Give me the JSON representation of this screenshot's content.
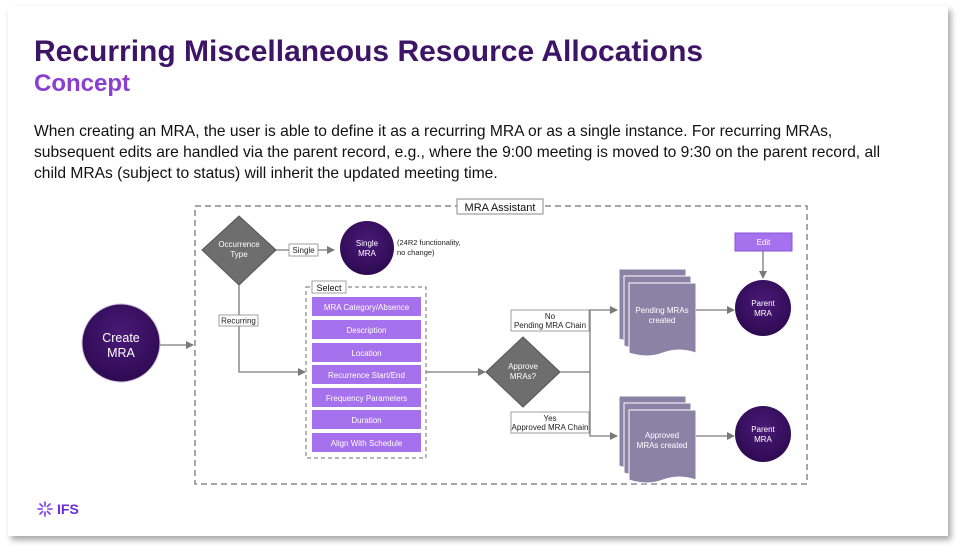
{
  "slide": {
    "title": "Recurring Miscellaneous Resource Allocations",
    "subtitle": "Concept",
    "paragraph": "When creating an MRA, the user is able to define it as a recurring MRA or as a single instance. For recurring MRAs, subsequent edits are handled via the parent record, e.g., where the 9:00 meeting is moved to 9:30 on the parent record, all child MRAs (subject to status) will inherit the updated meeting time."
  },
  "diagram": {
    "assistant_label": "MRA Assistant",
    "create_mra": [
      "Create",
      "MRA"
    ],
    "occurrence_type": [
      "Occurrence",
      "Type"
    ],
    "single_label": "Single",
    "recurring_label": "Recurring",
    "single_mra": [
      "Single",
      "MRA"
    ],
    "single_note": [
      "(24R2 functionality,",
      "no change)"
    ],
    "select_label": "Select",
    "select_items": [
      "MRA Category/Absence",
      "Description",
      "Location",
      "Recurrence Start/End",
      "Frequency Parameters",
      "Duration",
      "Align With Schedule"
    ],
    "approve": [
      "Approve",
      "MRAs?"
    ],
    "no_label": [
      "No",
      "Pending MRA Chain"
    ],
    "yes_label": [
      "Yes",
      "Approved MRA Chain"
    ],
    "pending_docs": [
      "Pending MRAs",
      "created"
    ],
    "approved_docs": [
      "Approved",
      "MRAs created"
    ],
    "parent_mra_top": [
      "Parent",
      "MRA"
    ],
    "parent_mra_bottom": [
      "Parent",
      "MRA"
    ],
    "edit_label": "Edit"
  },
  "footer": {
    "logo_text": "IFS",
    "logo_icon": "ifs-logo-icon"
  },
  "colors": {
    "title": "#3d1466",
    "subtitle": "#8a3fd1",
    "circle": "#3a1060",
    "select_item": "#a571ec",
    "diamond": "#6e6e6e",
    "document": "#8a83a6"
  }
}
